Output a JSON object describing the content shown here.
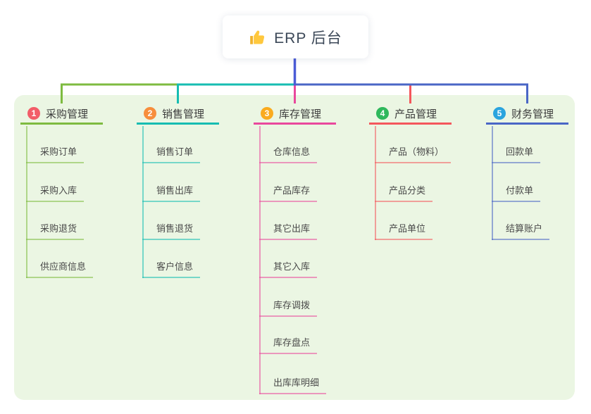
{
  "root": {
    "title": "ERP 后台",
    "icon": "thumbs-up-icon"
  },
  "branches": [
    {
      "number": "1",
      "label": "采购管理",
      "badge_color": "#F25D68",
      "line_color": "#7EBB40",
      "items": [
        "采购订单",
        "采购入库",
        "采购退货",
        "供应商信息"
      ]
    },
    {
      "number": "2",
      "label": "销售管理",
      "badge_color": "#F78E3C",
      "line_color": "#16BDB2",
      "items": [
        "销售订单",
        "销售出库",
        "销售退货",
        "客户信息"
      ]
    },
    {
      "number": "3",
      "label": "库存管理",
      "badge_color": "#FAAB1E",
      "line_color": "#E9489D",
      "items": [
        "仓库信息",
        "产品库存",
        "其它出库",
        "其它入库",
        "库存调拨",
        "库存盘点",
        "出库库明细"
      ]
    },
    {
      "number": "4",
      "label": "产品管理",
      "badge_color": "#2FB85C",
      "line_color": "#F4575C",
      "items": [
        "产品（物料）",
        "产品分类",
        "产品单位"
      ]
    },
    {
      "number": "5",
      "label": "财务管理",
      "badge_color": "#2AA4DE",
      "line_color": "#4A66C6",
      "items": [
        "回款单",
        "付款单",
        "结算账户"
      ]
    }
  ],
  "colors": {
    "panel_bg": "#EBF6E3",
    "root_connector": "#4B5CD6",
    "thumb_yellow": "#FFC83D",
    "thumb_shadow": "#F0B32C"
  }
}
